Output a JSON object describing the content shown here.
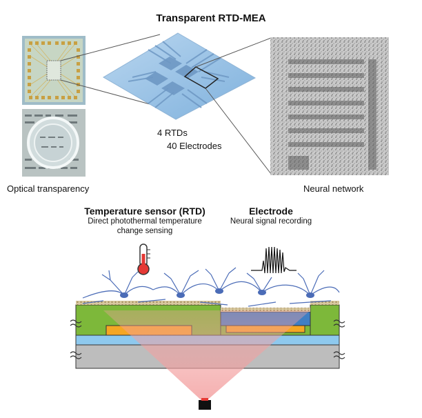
{
  "title": "Transparent RTD-MEA",
  "captions": {
    "optical": "Optical transparency",
    "neural": "Neural network"
  },
  "mea_count": {
    "rtds": "4 RTDs",
    "electrodes": "40 Electrodes"
  },
  "rtd": {
    "heading": "Temperature sensor (RTD)",
    "desc_line1": "Direct photothermal temperature",
    "desc_line2": "change sensing"
  },
  "electrode": {
    "heading": "Electrode",
    "desc": "Neural signal recording"
  },
  "colors": {
    "green": "#7db83a",
    "orange": "#f5a623",
    "blue_electrode": "#3f7fc4",
    "light_blue": "#8ec9ee",
    "gray": "#bdbdbd",
    "neuron": "#4b6cb7",
    "light_beam": "#f28b8b"
  }
}
